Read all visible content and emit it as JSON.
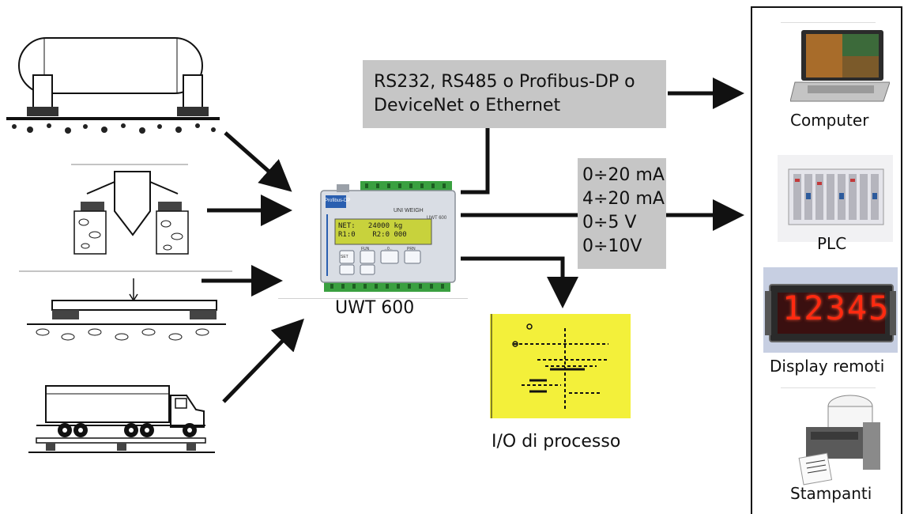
{
  "bus_box": {
    "line1": "RS232, RS485 o Profibus-DP o",
    "line2": "DeviceNet o Ethernet"
  },
  "analog_box": {
    "lines": [
      "0÷20 mA",
      "4÷20 mA",
      "0÷5 V",
      "0÷10V"
    ]
  },
  "device": {
    "label": "UWT 600",
    "brand": "UNI WEIGH",
    "model": "UWT 600",
    "badge": "Profibus-DP",
    "lcd_line1": "NET:   24000 kg",
    "lcd_line2": "R1:0    R2:0 000",
    "keys": [
      "SET",
      "FUN",
      "→0←",
      "PRN"
    ]
  },
  "io": {
    "label": "I/O di processo"
  },
  "outputs": [
    {
      "label": "Computer"
    },
    {
      "label": "PLC"
    },
    {
      "label": "Display remoti",
      "display_digits": "12345"
    },
    {
      "label": "Stampanti"
    }
  ],
  "colors": {
    "box_grey": "#c6c6c6",
    "lcd_green": "#c8d23c",
    "led_red": "#ff2a10",
    "terminal_green": "#3aa040",
    "io_yellow": "#f3f03a"
  }
}
